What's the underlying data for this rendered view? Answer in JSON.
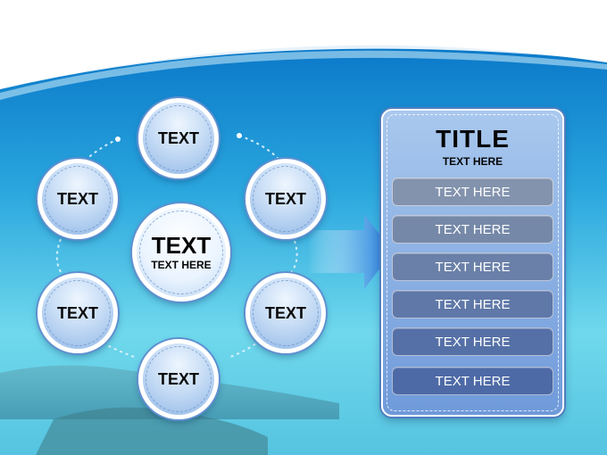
{
  "nodes": {
    "top": "TEXT",
    "upper_right": "TEXT",
    "lower_right": "TEXT",
    "bottom": "TEXT",
    "lower_left": "TEXT",
    "upper_left": "TEXT"
  },
  "center": {
    "title": "TEXT",
    "subtitle": "TEXT HERE"
  },
  "panel": {
    "title": "TITLE",
    "subtitle": "TEXT HERE",
    "items": [
      "TEXT HERE",
      "TEXT HERE",
      "TEXT HERE",
      "TEXT HERE",
      "TEXT HERE",
      "TEXT HERE"
    ]
  },
  "colors": {
    "sky_top": "#0c7fd0",
    "sea": "#5fd3e8",
    "row_colors": [
      "#8393ad",
      "#7588a8",
      "#6a80a8",
      "#5f78a8",
      "#5570a6",
      "#4d6aa6"
    ]
  },
  "icons": {
    "arrow": "right-arrow-icon"
  }
}
